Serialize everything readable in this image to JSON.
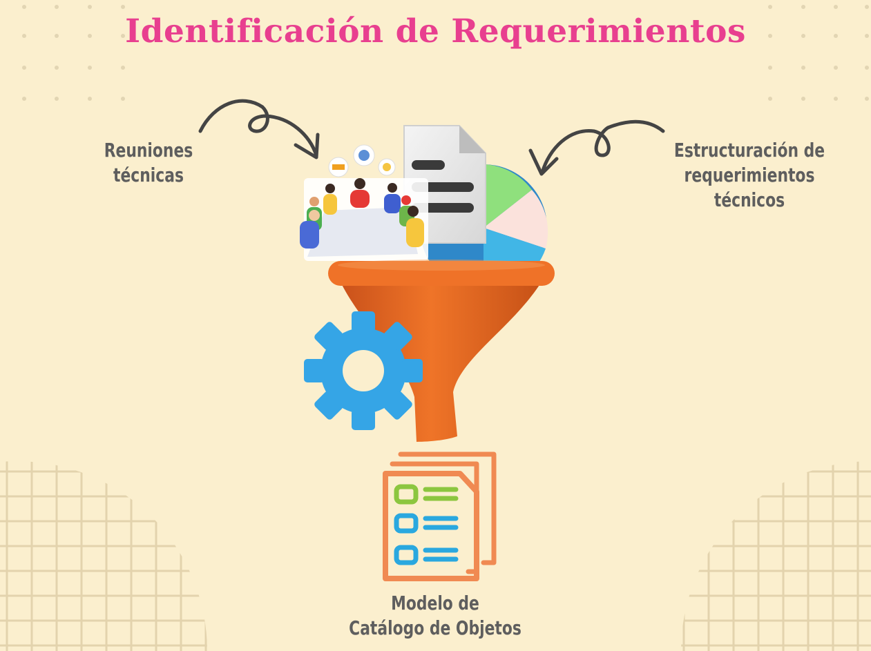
{
  "title": "Identificación de Requerimientos",
  "labels": {
    "meetings": [
      "Reuniones",
      "técnicas"
    ],
    "structuring": [
      "Estructuración de",
      "requerimientos",
      "técnicos"
    ],
    "output": [
      "Modelo de",
      "Catálogo de Objetos"
    ]
  },
  "icons": {
    "meeting": "team-meeting-illustration",
    "document": "document-icon",
    "pie": "pie-chart-icon",
    "funnel": "funnel-icon",
    "gear": "gear-icon",
    "catalog": "checklist-catalog-icon"
  },
  "colors": {
    "background": "#fbefce",
    "title": "#e83f8f",
    "label": "#5e5e5e",
    "funnel": "#e3661d",
    "gear": "#35a5e6",
    "catalog_frame": "#f08a52",
    "check_green": "#8cc63f",
    "check_blue": "#2aa8df",
    "grid": "#e3d3ad",
    "dots": "#e2d5b3",
    "arrow": "#444444"
  }
}
